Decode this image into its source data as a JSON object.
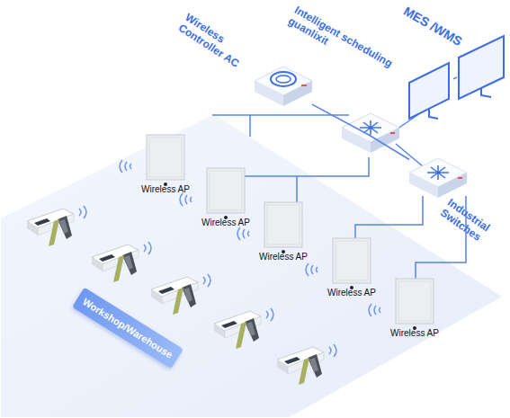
{
  "diagram": {
    "nodes": [
      {
        "text": [
          "Wireless Controller AC"
        ]
      },
      {
        "text": [
          "Intelligent scheduling guanlixit"
        ]
      },
      {
        "text": [
          "MES /WMS"
        ]
      },
      {
        "text": [
          "Industrial Switches"
        ]
      },
      {
        "text": [
          "Wireless AP"
        ]
      },
      {
        "text": [
          "Wireless AP"
        ]
      },
      {
        "text": [
          "Wireless AP"
        ]
      },
      {
        "text": [
          "Wireless AP"
        ]
      },
      {
        "text": [
          "Wireless AP"
        ]
      },
      {
        "text": [
          "Workshop/Warehouse"
        ]
      }
    ],
    "edges": [
      {
        "from": 0,
        "to": 3,
        "arrow": "none"
      },
      {
        "from": 1,
        "to": 2,
        "arrow": "none"
      }
    ]
  }
}
